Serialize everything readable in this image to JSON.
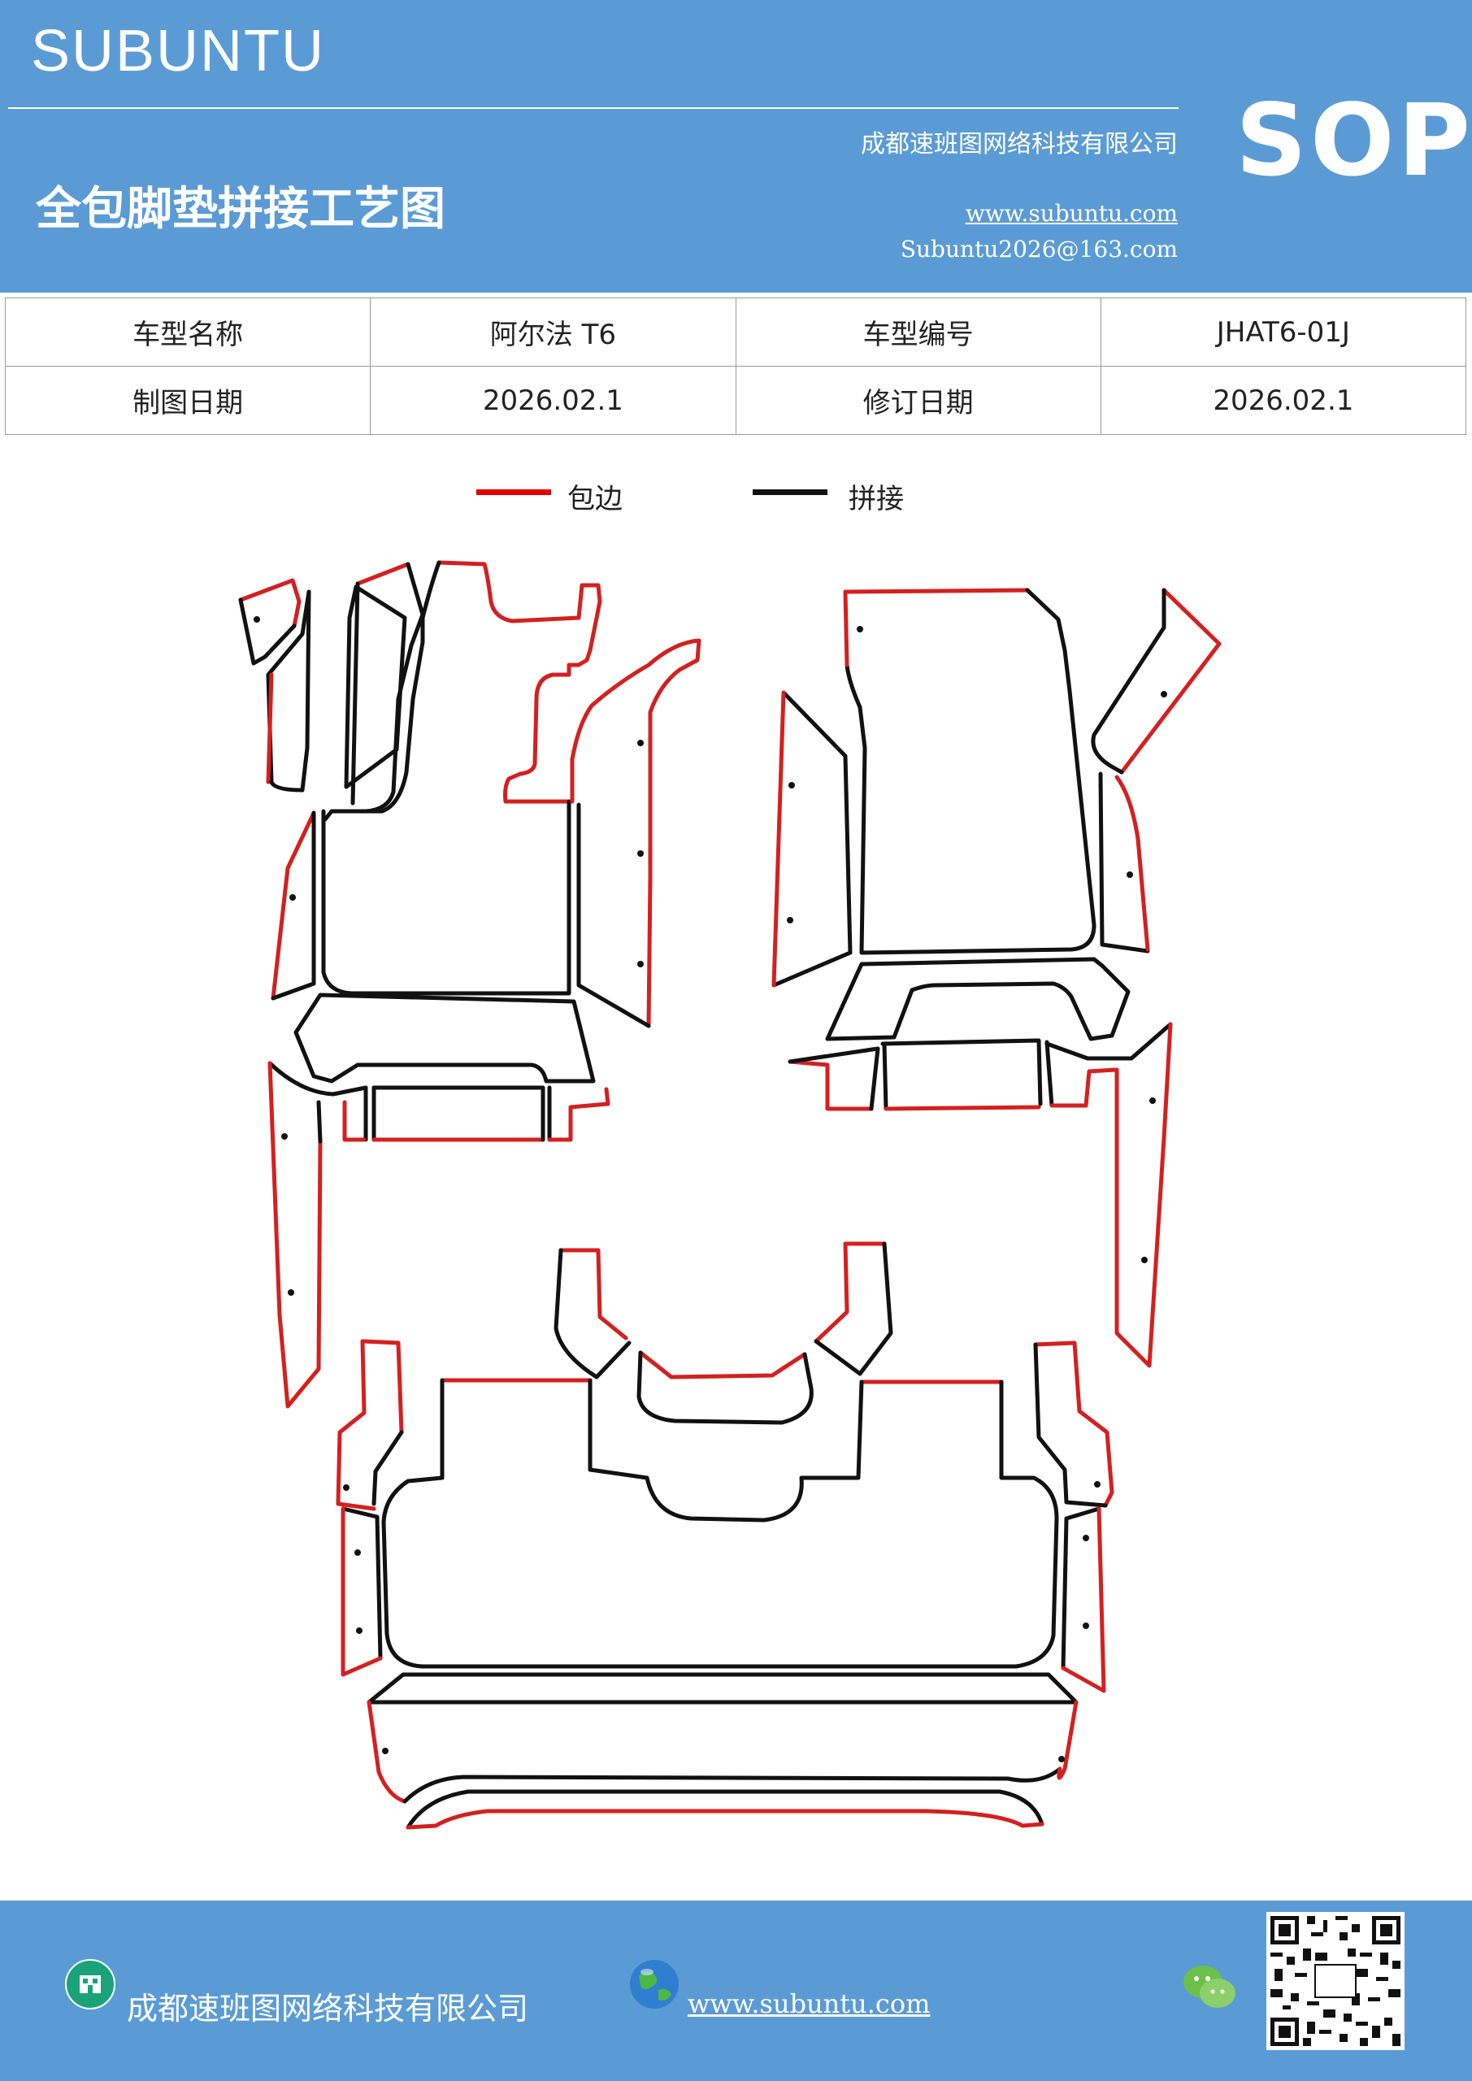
{
  "header": {
    "brand": "SUBUNTU",
    "company": "成都速班图网络科技有限公司",
    "title": "全包脚垫拼接工艺图",
    "website": "www.subuntu.com",
    "email": "Subuntu2026@163.com",
    "badge": "SOP",
    "bg_color": "#5b9bd5"
  },
  "info_table": {
    "rows": [
      {
        "label1": "车型名称",
        "value1": "阿尔法 T6",
        "label2": "车型编号",
        "value2": "JHAT6-01J"
      },
      {
        "label1": "制图日期",
        "value1": "2026.02.1",
        "label2": "修订日期",
        "value2": "2026.02.1"
      }
    ]
  },
  "legend": {
    "items": [
      {
        "label": "包边",
        "color": "#e00000"
      },
      {
        "label": "拼接",
        "color": "#111111"
      }
    ]
  },
  "diagram": {
    "edge_color": "#d42020",
    "seam_color": "#111111"
  },
  "footer": {
    "company": "成都速班图网络科技有限公司",
    "website": "www.subuntu.com",
    "icons": [
      "building-icon",
      "globe-icon",
      "wechat-icon",
      "qr-code"
    ]
  }
}
